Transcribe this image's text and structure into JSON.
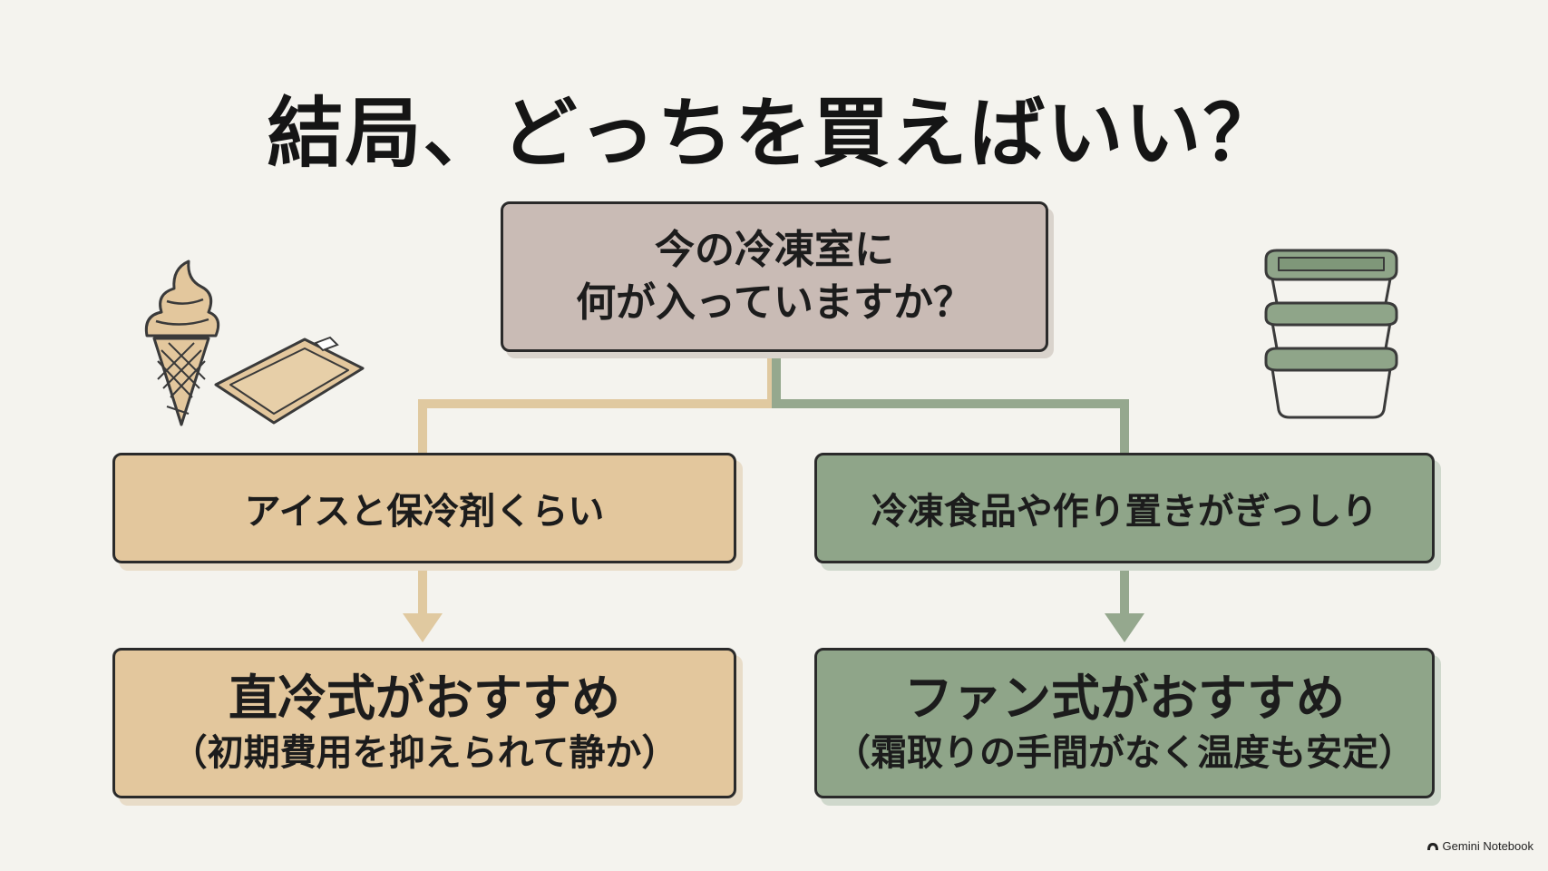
{
  "title": "結局、どっちを買えばいい？",
  "question": {
    "line1": "今の冷凍室",
    "line1_tail": "に",
    "line2": "何が入っていますか？"
  },
  "left_branch": {
    "answer": "アイスと保冷剤くらい",
    "recommendation": "直冷式がおすすめ",
    "reason": "（初期費用を抑えられて静か）"
  },
  "right_branch": {
    "answer": "冷凍食品や作り置きがぎっしり",
    "recommendation": "ファン式がおすすめ",
    "reason": "（霜取りの手間がなく温度も安定）"
  },
  "illustrations": {
    "left": [
      "ice-cream-cone-icon",
      "ice-pack-icon"
    ],
    "right": [
      "stacked-food-containers-icon"
    ]
  },
  "colors": {
    "background": "#f4f3ee",
    "question_fill": "#c9bbb5",
    "left_fill": "#e3c79d",
    "right_fill": "#8fa589",
    "left_connector": "#e0c9a0",
    "right_connector": "#95a88e"
  },
  "brand": "Gemini Notebook"
}
